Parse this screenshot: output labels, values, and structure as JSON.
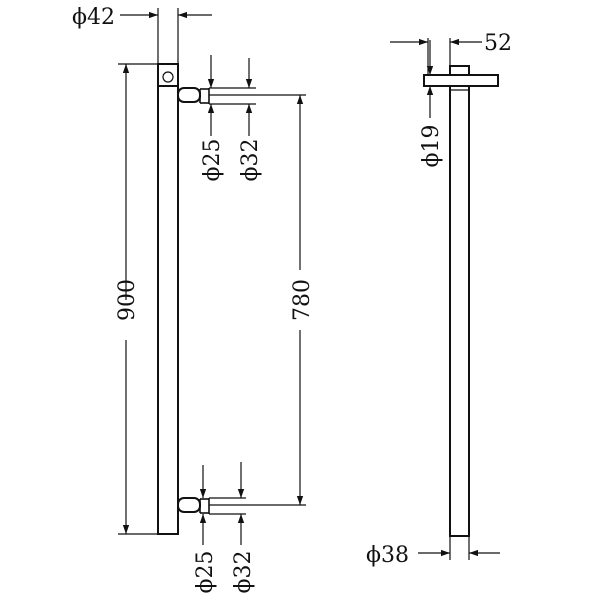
{
  "drawing": {
    "front_view": {
      "top_width_label": "ϕ42",
      "height_total_label": "900",
      "bracket_spacing_label": "780",
      "upper_bracket": {
        "inner_dia_label": "ϕ25",
        "outer_dia_label": "ϕ32"
      },
      "lower_bracket": {
        "inner_dia_label": "ϕ25",
        "outer_dia_label": "ϕ32"
      }
    },
    "side_view": {
      "projection_label": "52",
      "rod_dia_label": "ϕ19",
      "post_dia_label": "ϕ38"
    }
  }
}
